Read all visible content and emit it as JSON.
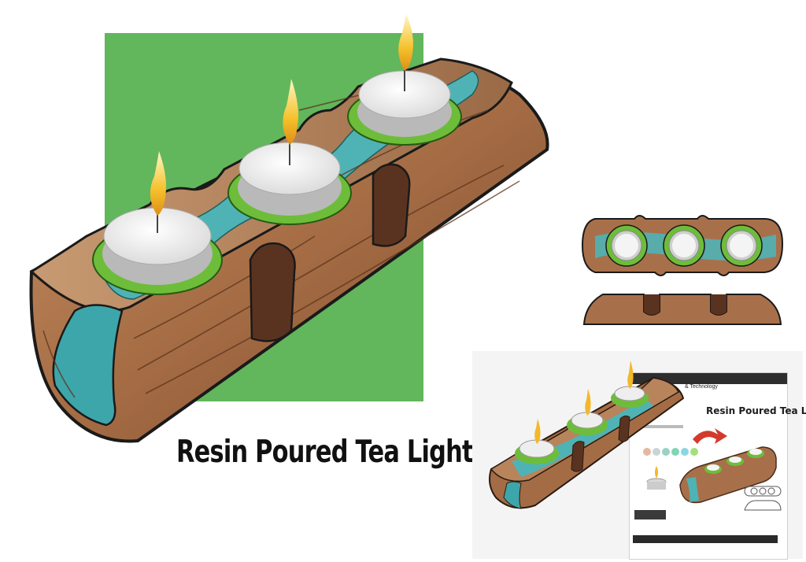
{
  "title": "Resin Poured Tea Light",
  "screen": {
    "brand_text": "& Technology",
    "heading": "Resin Poured Tea Ligh"
  },
  "colors": {
    "green_background": "#62b65b",
    "wood": "#a06a44",
    "resin": "#4fb3b5",
    "candle_ring": "#6dbd3a",
    "flame": "#f2b82a"
  },
  "icons": [
    "flame-icon",
    "play-icon",
    "red-arrow-icon"
  ]
}
